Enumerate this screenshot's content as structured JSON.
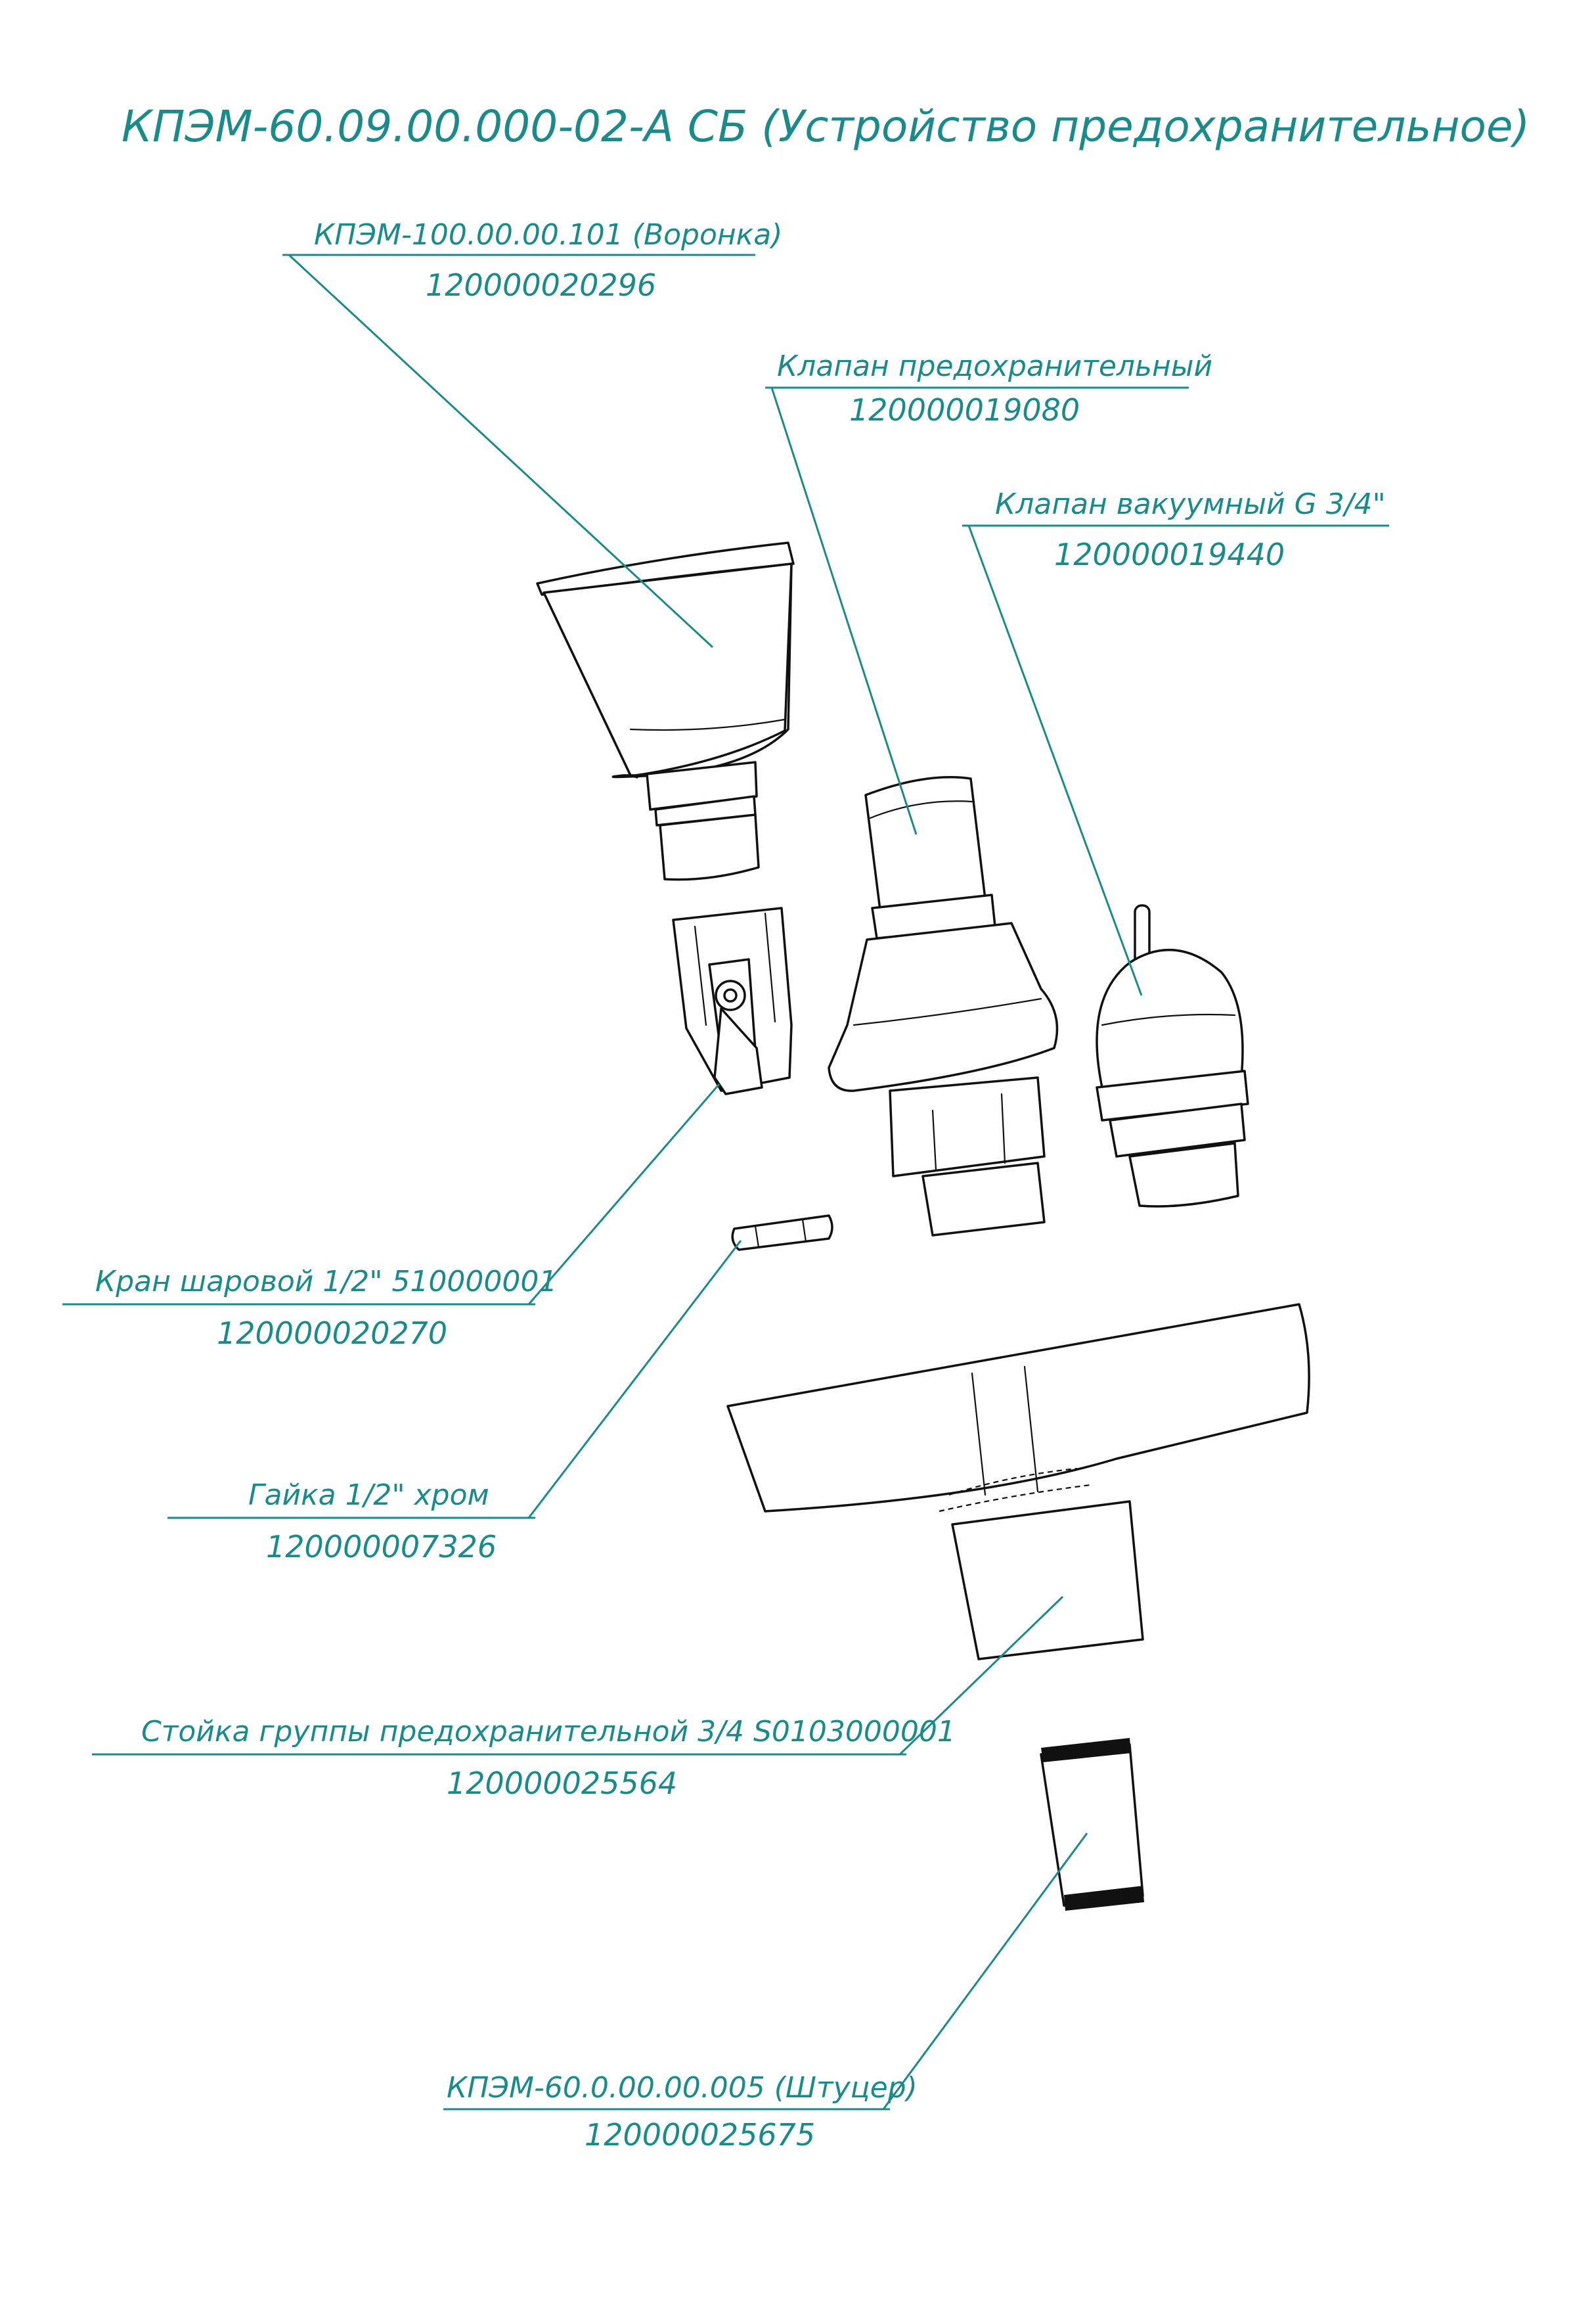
{
  "title": "КПЭМ-60.09.00.000-02-А СБ (Устройство предохранительное)",
  "labels": [
    {
      "id": "funnel",
      "name": "КПЭМ-100.00.00.101 (Воронка)",
      "code": "120000020296"
    },
    {
      "id": "safety-valve",
      "name": "Клапан предохранительный",
      "code": "120000019080"
    },
    {
      "id": "vacuum-valve",
      "name": "Клапан вакуумный G 3/4\"",
      "code": "120000019440"
    },
    {
      "id": "ball-valve",
      "name": "Кран шаровой 1/2\" 510000001",
      "code": "120000020270"
    },
    {
      "id": "nut",
      "name": "Гайка 1/2\" хром",
      "code": "120000007326"
    },
    {
      "id": "stand",
      "name": "Стойка группы предохранительной 3/4 S0103000001",
      "code": "120000025564"
    },
    {
      "id": "fitting",
      "name": "КПЭМ-60.0.00.00.005 (Штуцер)",
      "code": "120000025675"
    }
  ],
  "colors": {
    "label": "#1a8a8a",
    "outline": "#111111",
    "background": "#ffffff"
  }
}
